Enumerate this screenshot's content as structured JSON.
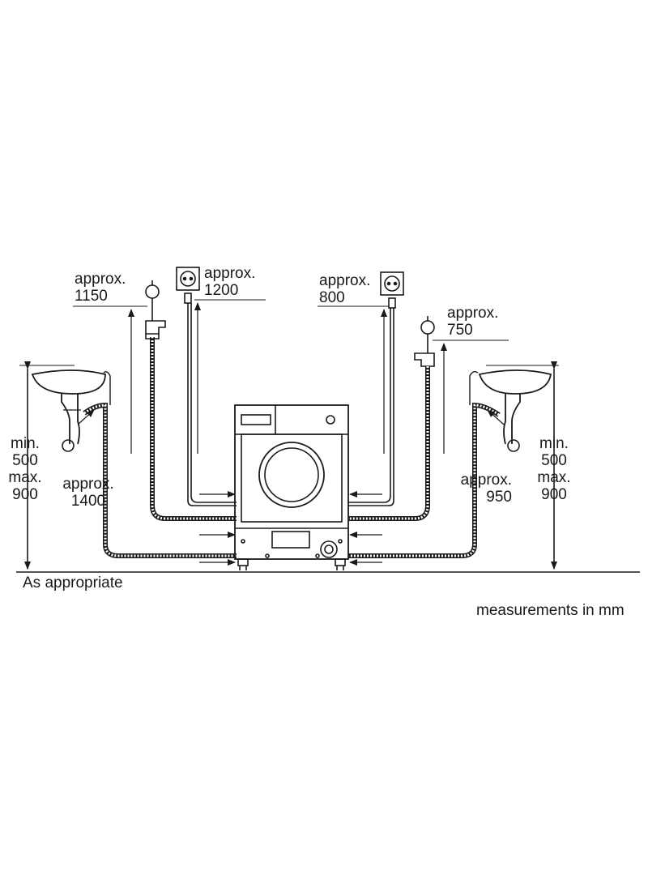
{
  "diagram": {
    "labels": {
      "tap_left": {
        "l1": "approx.",
        "l2": "1150"
      },
      "power_left": {
        "l1": "approx.",
        "l2": "1200"
      },
      "power_right": {
        "l1": "approx.",
        "l2": "800"
      },
      "tap_right": {
        "l1": "approx.",
        "l2": "750"
      },
      "drain_left": {
        "l1": "approx.",
        "l2": "1400"
      },
      "drain_right": {
        "l1": "approx.",
        "l2": "950"
      },
      "sink_left": {
        "l1": "min.",
        "l2": "500",
        "l3": "max.",
        "l4": "900"
      },
      "sink_right": {
        "l1": "min.",
        "l2": "500",
        "l3": "max.",
        "l4": "900"
      },
      "floor_note": "As appropriate",
      "units_note": "measurements in mm"
    }
  }
}
